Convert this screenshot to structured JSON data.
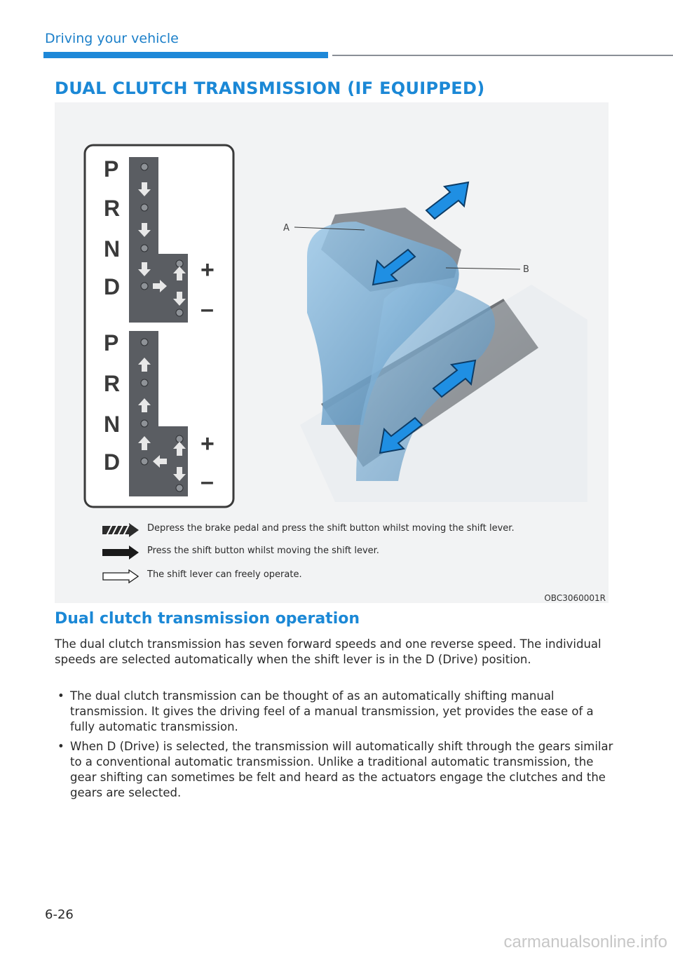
{
  "header": {
    "section": "Driving your vehicle"
  },
  "title": "DUAL CLUTCH TRANSMISSION (IF EQUIPPED)",
  "figure": {
    "gate_top": {
      "letters": [
        "P",
        "R",
        "N",
        "D"
      ],
      "plus": "+",
      "minus": "–"
    },
    "gate_bottom": {
      "letters": [
        "P",
        "R",
        "N",
        "D"
      ],
      "plus": "+",
      "minus": "–"
    },
    "label_a": "A",
    "label_b": "B",
    "legend": [
      {
        "icon": "hatched-arrow-icon",
        "text": "Depress the brake pedal and press the shift button whilst moving the shift lever."
      },
      {
        "icon": "solid-arrow-icon",
        "text": "Press the shift button whilst moving the shift lever."
      },
      {
        "icon": "outline-arrow-icon",
        "text": "The shift lever can freely operate."
      }
    ],
    "code": "OBC3060001R"
  },
  "subheading": "Dual clutch transmission operation",
  "paragraph": "The dual clutch transmission has seven forward speeds and one reverse speed. The individual speeds are selected automatically when the shift lever is in the D (Drive) position.",
  "bullets": [
    "The dual clutch transmission can be thought of as an automatically shifting manual transmission. It gives the driving feel of a manual transmission, yet provides the ease of a fully automatic transmission.",
    "When D (Drive) is selected, the transmission will automatically shift through the gears similar to a conventional automatic transmission. Unlike a traditional automatic transmission, the gear shifting can sometimes be felt and heard as the actuators engage the clutches and the gears are selected."
  ],
  "page_number": "6-26",
  "watermark": "carmanualsonline.info",
  "colors": {
    "accent": "#1b88d6",
    "rule_blue": "#1e88d8",
    "arrow_blue": "#1f8fe3"
  }
}
